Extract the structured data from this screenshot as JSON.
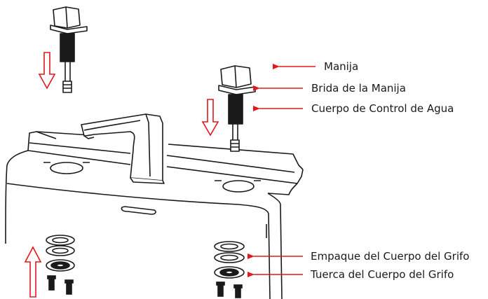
{
  "labels": {
    "handle": "Manija",
    "handle_flange": "Brida de la Manija",
    "water_control_body": "Cuerpo de Control de Agua",
    "faucet_body_gasket": "Empaque del Cuerpo del Grifo",
    "faucet_body_nut": "Tuerca del Cuerpo del Grifo"
  },
  "colors": {
    "callout_arrow": "#e0191d",
    "line_art": "#1a1a1a",
    "background": "#ffffff"
  }
}
